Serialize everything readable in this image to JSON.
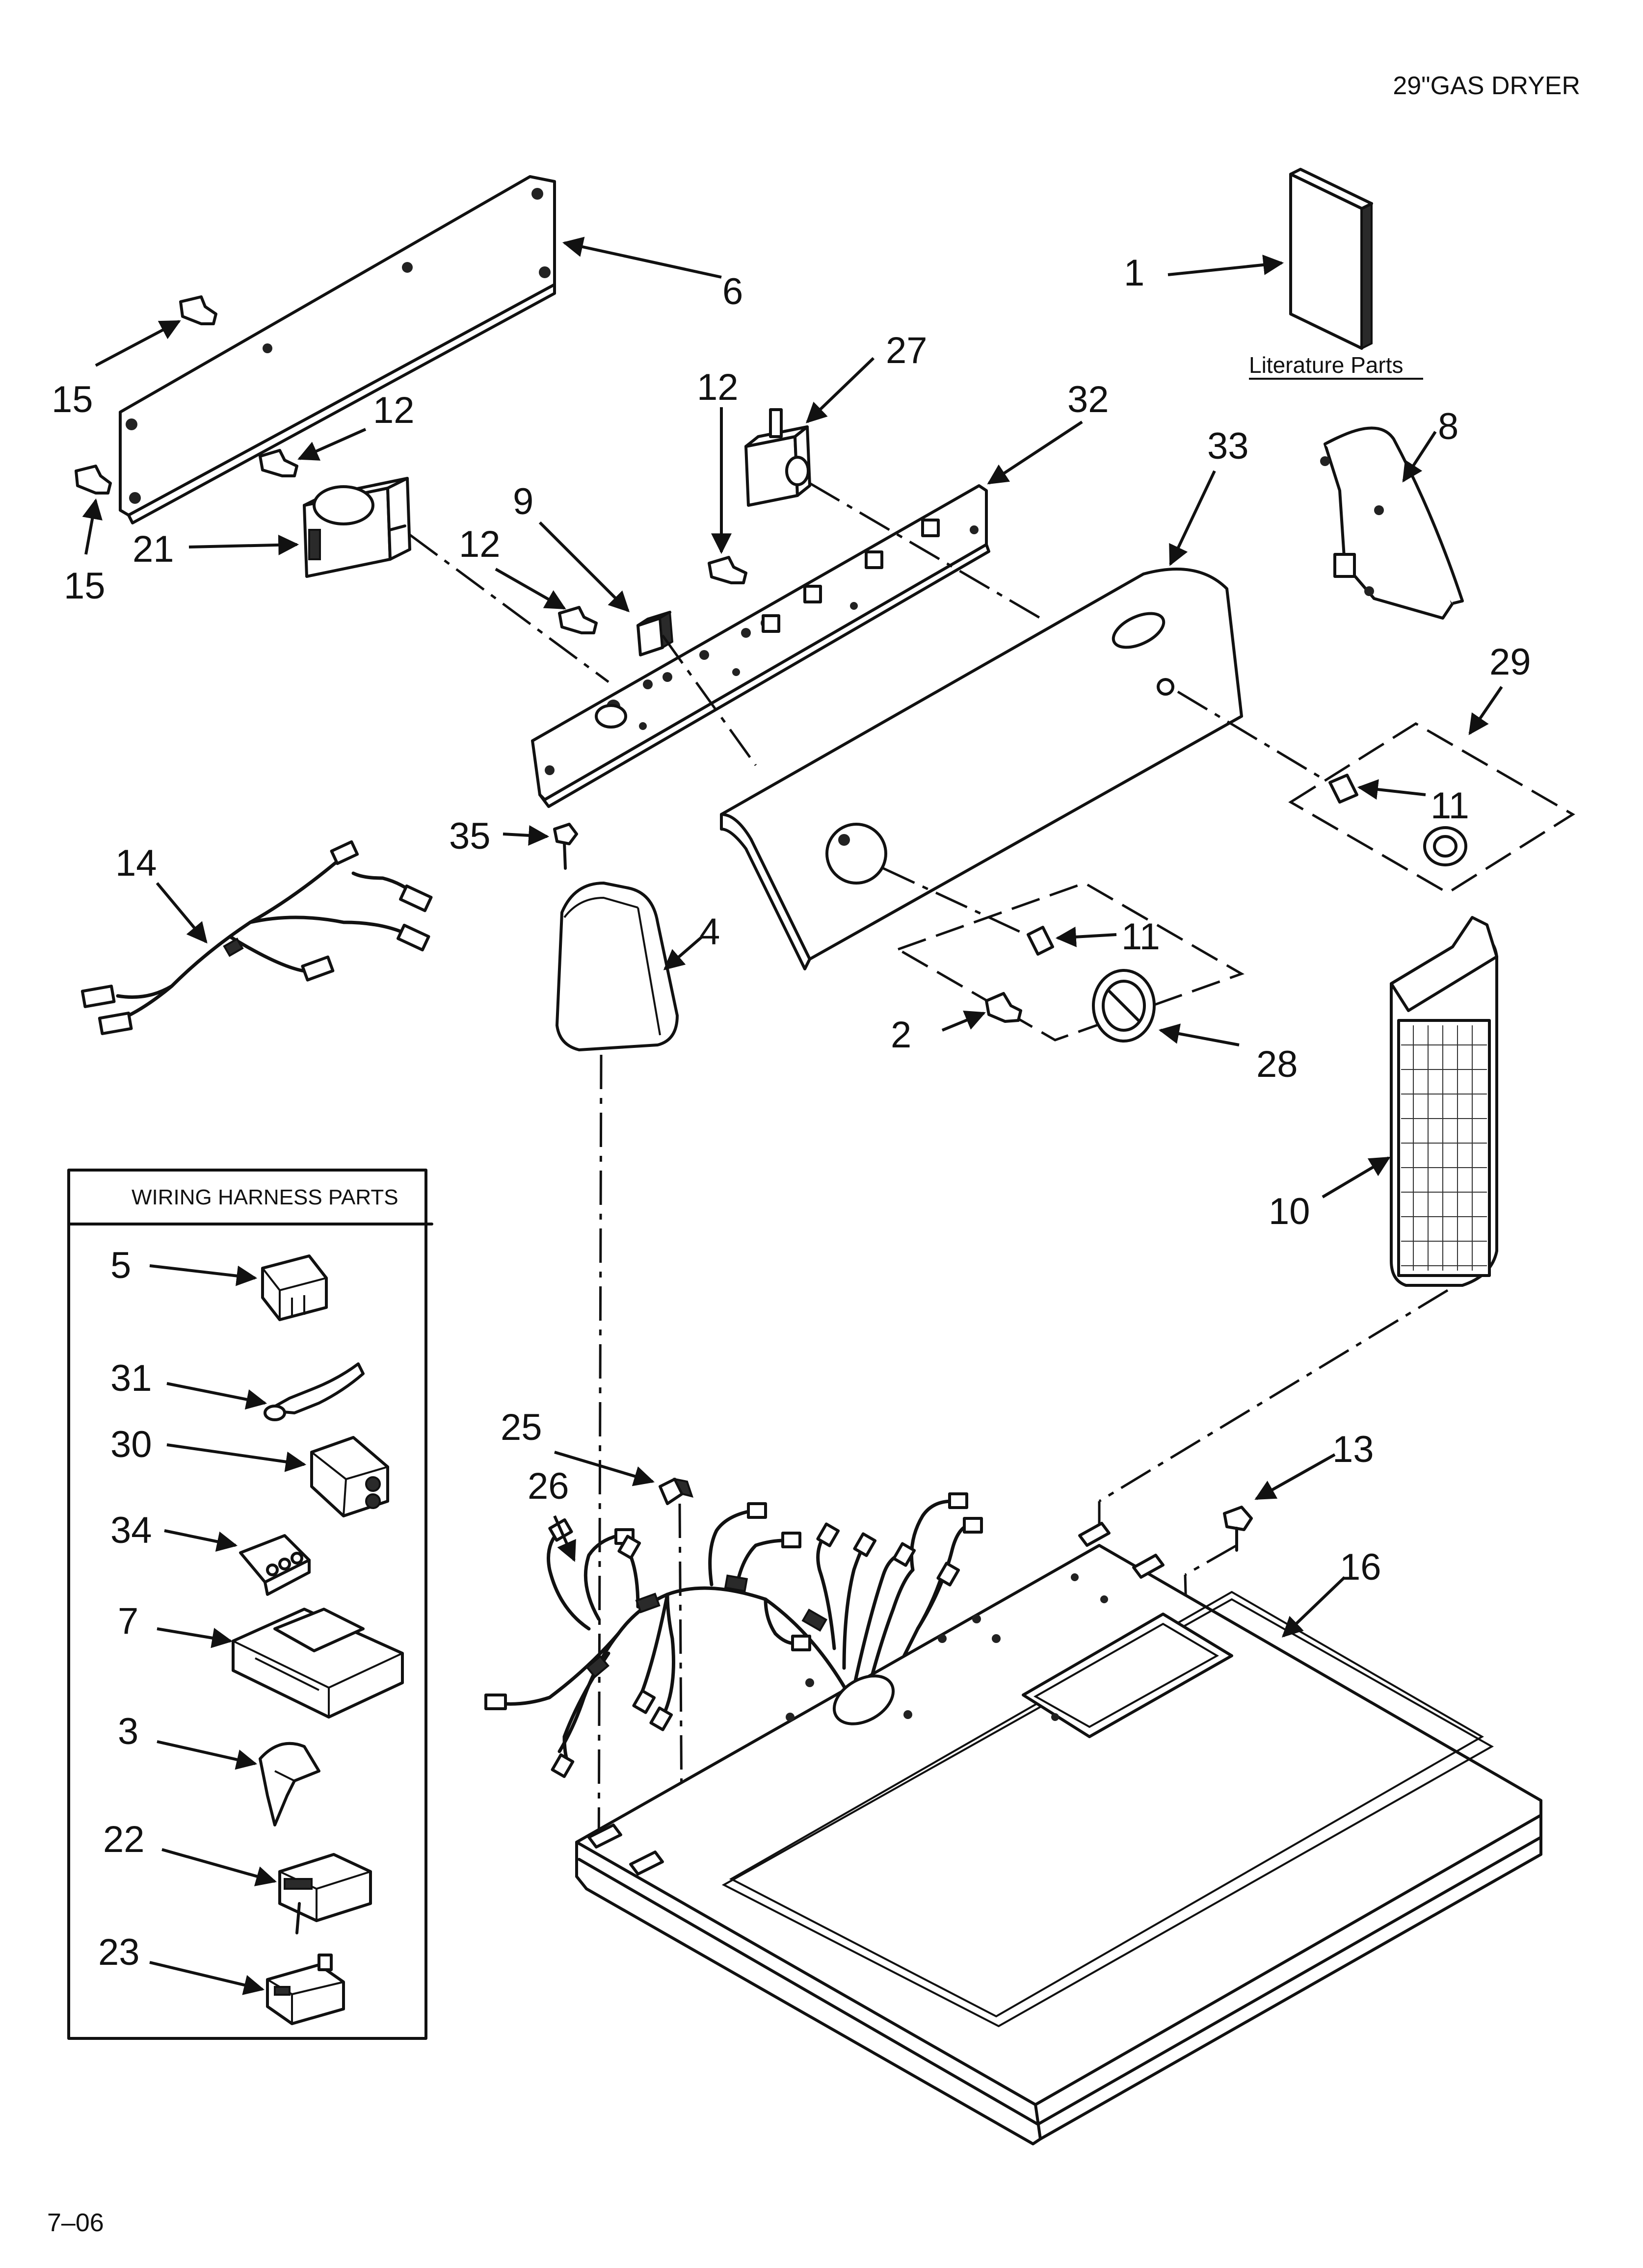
{
  "header": {
    "title": "29\"GAS DRYER"
  },
  "footer": {
    "code": "7–06"
  },
  "literature": {
    "label": "Literature Parts"
  },
  "wiring_box": {
    "title": "WIRING HARNESS PARTS"
  },
  "callouts": {
    "c1": "1",
    "c2": "2",
    "c3": "3",
    "c4": "4",
    "c5": "5",
    "c6": "6",
    "c7": "7",
    "c8": "8",
    "c9": "9",
    "c10": "10",
    "c11a": "11",
    "c11b": "11",
    "c12a": "12",
    "c12b": "12",
    "c12c": "12",
    "c13": "13",
    "c14": "14",
    "c15a": "15",
    "c15b": "15",
    "c16": "16",
    "c21": "21",
    "c22": "22",
    "c23": "23",
    "c25": "25",
    "c26": "26",
    "c27": "27",
    "c28": "28",
    "c29": "29",
    "c30": "30",
    "c31": "31",
    "c32": "32",
    "c33": "33",
    "c34": "34",
    "c35": "35"
  }
}
